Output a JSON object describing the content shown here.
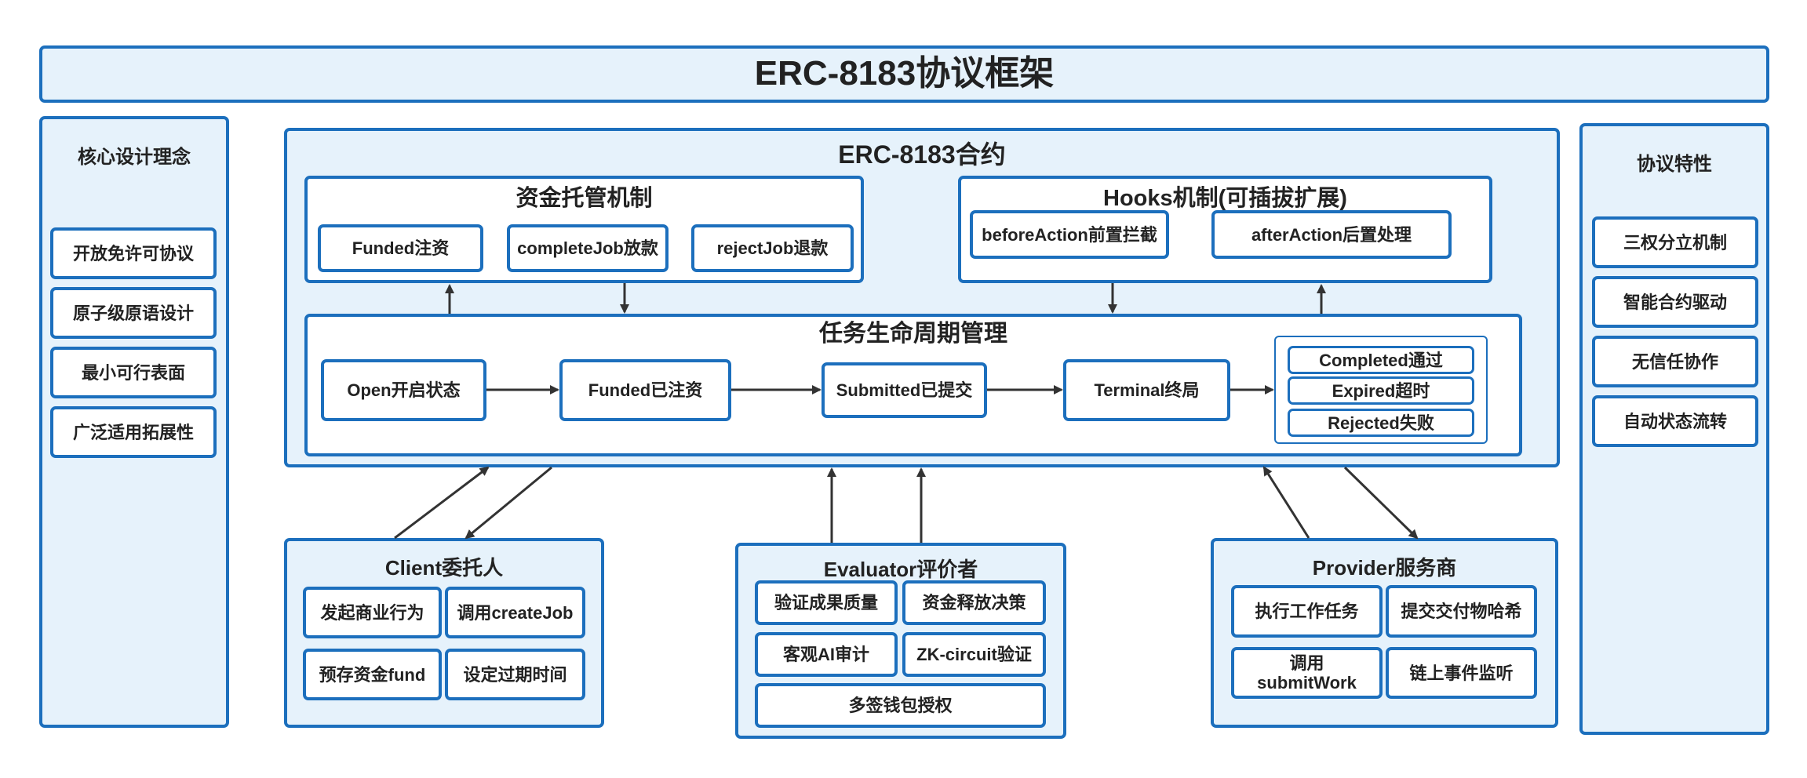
{
  "title": "ERC-8183协议框架",
  "left_panel": {
    "heading": "核心设计理念",
    "items": [
      "开放免许可协议",
      "原子级原语设计",
      "最小可行表面",
      "广泛适用拓展性"
    ]
  },
  "right_panel": {
    "heading": "协议特性",
    "items": [
      "三权分立机制",
      "智能合约驱动",
      "无信任协作",
      "自动状态流转"
    ]
  },
  "contract": {
    "heading": "ERC-8183合约",
    "escrow": {
      "heading": "资金托管机制",
      "items": [
        "Funded注资",
        "completeJob放款",
        "rejectJob退款"
      ]
    },
    "hooks": {
      "heading": "Hooks机制(可插拔扩展)",
      "items": [
        "beforeAction前置拦截",
        "afterAction后置处理"
      ]
    },
    "lifecycle": {
      "heading": "任务生命周期管理",
      "states": [
        "Open开启状态",
        "Funded已注资",
        "Submitted已提交",
        "Terminal终局"
      ],
      "outcomes": [
        "Completed通过",
        "Expired超时",
        "Rejected失败"
      ]
    }
  },
  "client": {
    "heading": "Client委托人",
    "items": [
      "发起商业行为",
      "调用createJob",
      "预存资金fund",
      "设定过期时间"
    ]
  },
  "evaluator": {
    "heading": "Evaluator评价者",
    "items": [
      "验证成果质量",
      "资金释放决策",
      "客观AI审计",
      "ZK-circuit验证",
      "多签钱包授权"
    ]
  },
  "provider": {
    "heading": "Provider服务商",
    "items": [
      "执行工作任务",
      "提交交付物哈希",
      "调用\nsubmitWork",
      "链上事件监听"
    ]
  }
}
